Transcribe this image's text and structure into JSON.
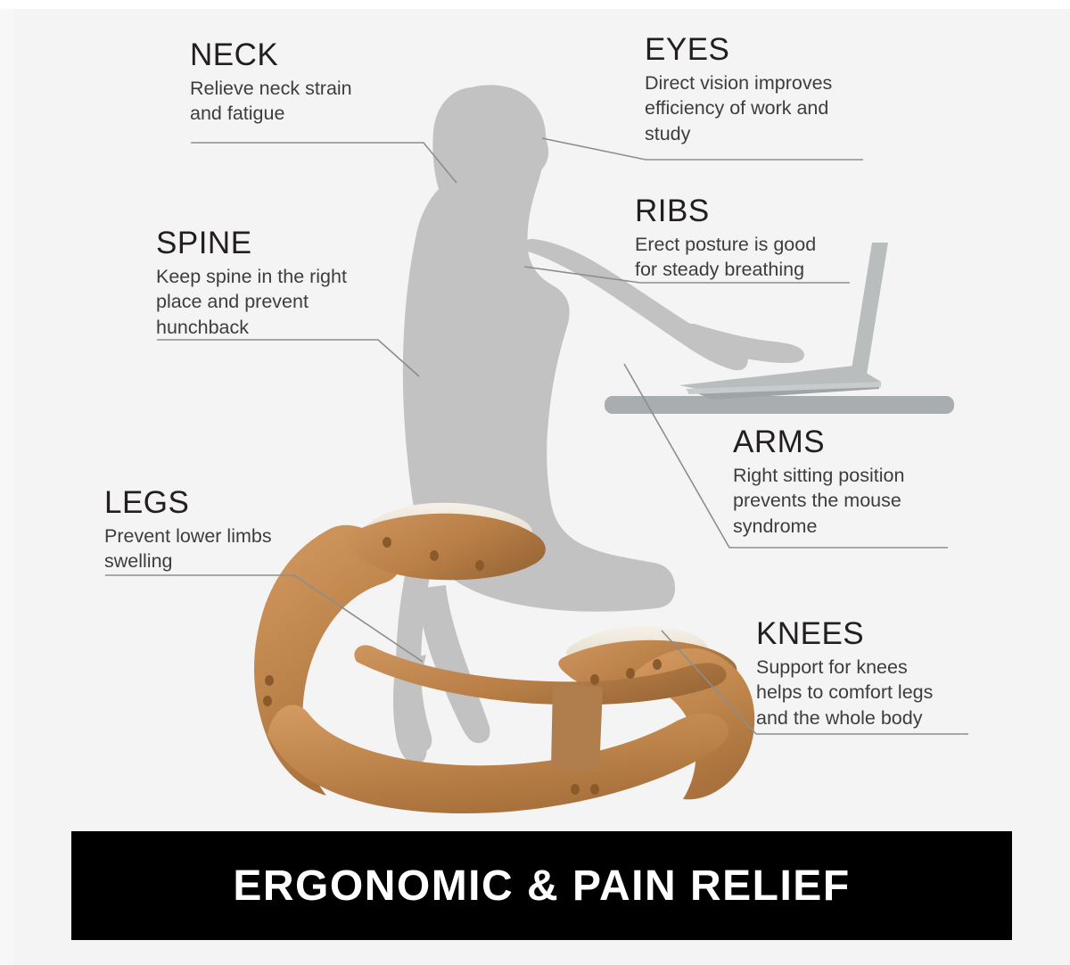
{
  "page": {
    "kind": "ergonomic-kneeling-chair-infographic",
    "background_color": "#f4f4f4",
    "silhouette_color": "#c2c2c2",
    "wood_color": "#c2894f",
    "leader_line_color": "#8b8b8b"
  },
  "callouts": [
    {
      "id": "neck",
      "title": "NECK",
      "description": "Relieve neck strain\nand fatigue"
    },
    {
      "id": "eyes",
      "title": "EYES",
      "description": "Direct vision improves\nefficiency of work and\nstudy"
    },
    {
      "id": "spine",
      "title": "SPINE",
      "description": "Keep spine in the right\nplace and prevent\nhunchback"
    },
    {
      "id": "ribs",
      "title": "RIBS",
      "description": "Erect posture is good\nfor steady breathing"
    },
    {
      "id": "arms",
      "title": "ARMS",
      "description": "Right sitting position\nprevents the mouse\nsyndrome"
    },
    {
      "id": "legs",
      "title": "LEGS",
      "description": "Prevent lower limbs\nswelling"
    },
    {
      "id": "knees",
      "title": "KNEES",
      "description": "Support for knees\nhelps to comfort legs\nand the whole body"
    }
  ],
  "banner": {
    "text": "ERGONOMIC & PAIN RELIEF",
    "background_color": "#000000",
    "text_color": "#ffffff"
  },
  "artwork": {
    "person": "seated-human-silhouette",
    "chair": "wooden-ergonomic-kneeling-chair",
    "desk": "desk-surface",
    "device": "laptop"
  }
}
